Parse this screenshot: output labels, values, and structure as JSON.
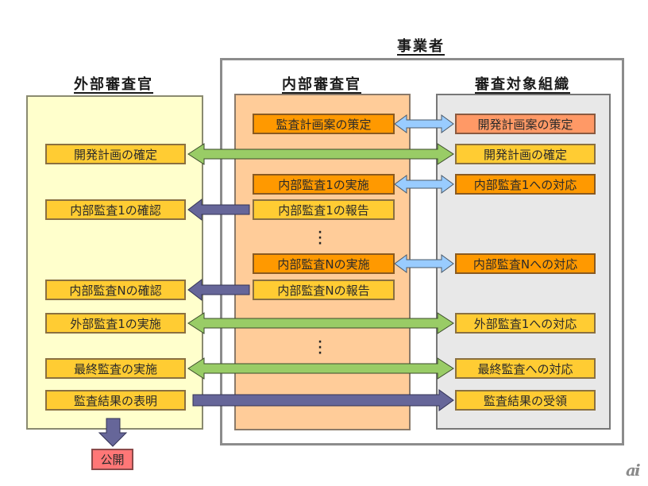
{
  "titles": {
    "business": "事業者",
    "external_auditor": "外部審査官",
    "internal_auditor": "内部審査官",
    "audited_org": "審査対象組織"
  },
  "colors": {
    "external_panel": "#ffffcc",
    "internal_panel": "#ffcc99",
    "org_panel": "#e8e8e8",
    "item_yellow": "#ffcc33",
    "item_orange": "#ff9900",
    "item_salmon": "#ff9966",
    "item_pink": "#ff7777",
    "arrow_green": "#99cc66",
    "arrow_blue": "#99ccff",
    "arrow_purple": "#666699"
  },
  "external_items": [
    "開発計画の確定",
    "内部監査1の確認",
    "内部監査Nの確認",
    "外部監査1の実施",
    "最終監査の実施",
    "監査結果の表明"
  ],
  "internal_items": [
    "監査計画案の策定",
    "内部監査1の実施",
    "内部監査1の報告",
    "内部監査Nの実施",
    "内部監査Nの報告"
  ],
  "org_items": [
    "開発計画案の策定",
    "開発計画の確定",
    "内部監査1への対応",
    "内部監査Nへの対応",
    "外部監査1への対応",
    "最終監査への対応",
    "監査結果の受領"
  ],
  "ellipsis": "⋮",
  "publish": "公開",
  "logo": "ai",
  "flows": [
    {
      "from": "監査計画案の策定",
      "to": "開発計画案の策定",
      "type": "bidirectional",
      "color": "blue"
    },
    {
      "from": "開発計画の確定",
      "to": "開発計画の確定",
      "type": "bidirectional",
      "color": "green"
    },
    {
      "from": "内部監査1の実施",
      "to": "内部監査1への対応",
      "type": "bidirectional",
      "color": "blue"
    },
    {
      "from": "内部監査1の報告",
      "to": "内部監査1の確認",
      "type": "directed",
      "color": "purple"
    },
    {
      "from": "内部監査Nの実施",
      "to": "内部監査Nへの対応",
      "type": "bidirectional",
      "color": "blue"
    },
    {
      "from": "内部監査Nの報告",
      "to": "内部監査Nの確認",
      "type": "directed",
      "color": "purple"
    },
    {
      "from": "外部監査1の実施",
      "to": "外部監査1への対応",
      "type": "bidirectional",
      "color": "green"
    },
    {
      "from": "最終監査の実施",
      "to": "最終監査への対応",
      "type": "bidirectional",
      "color": "green"
    },
    {
      "from": "監査結果の表明",
      "to": "監査結果の受領",
      "type": "directed",
      "color": "purple"
    },
    {
      "from": "監査結果の表明",
      "to": "公開",
      "type": "directed",
      "color": "purple"
    }
  ]
}
